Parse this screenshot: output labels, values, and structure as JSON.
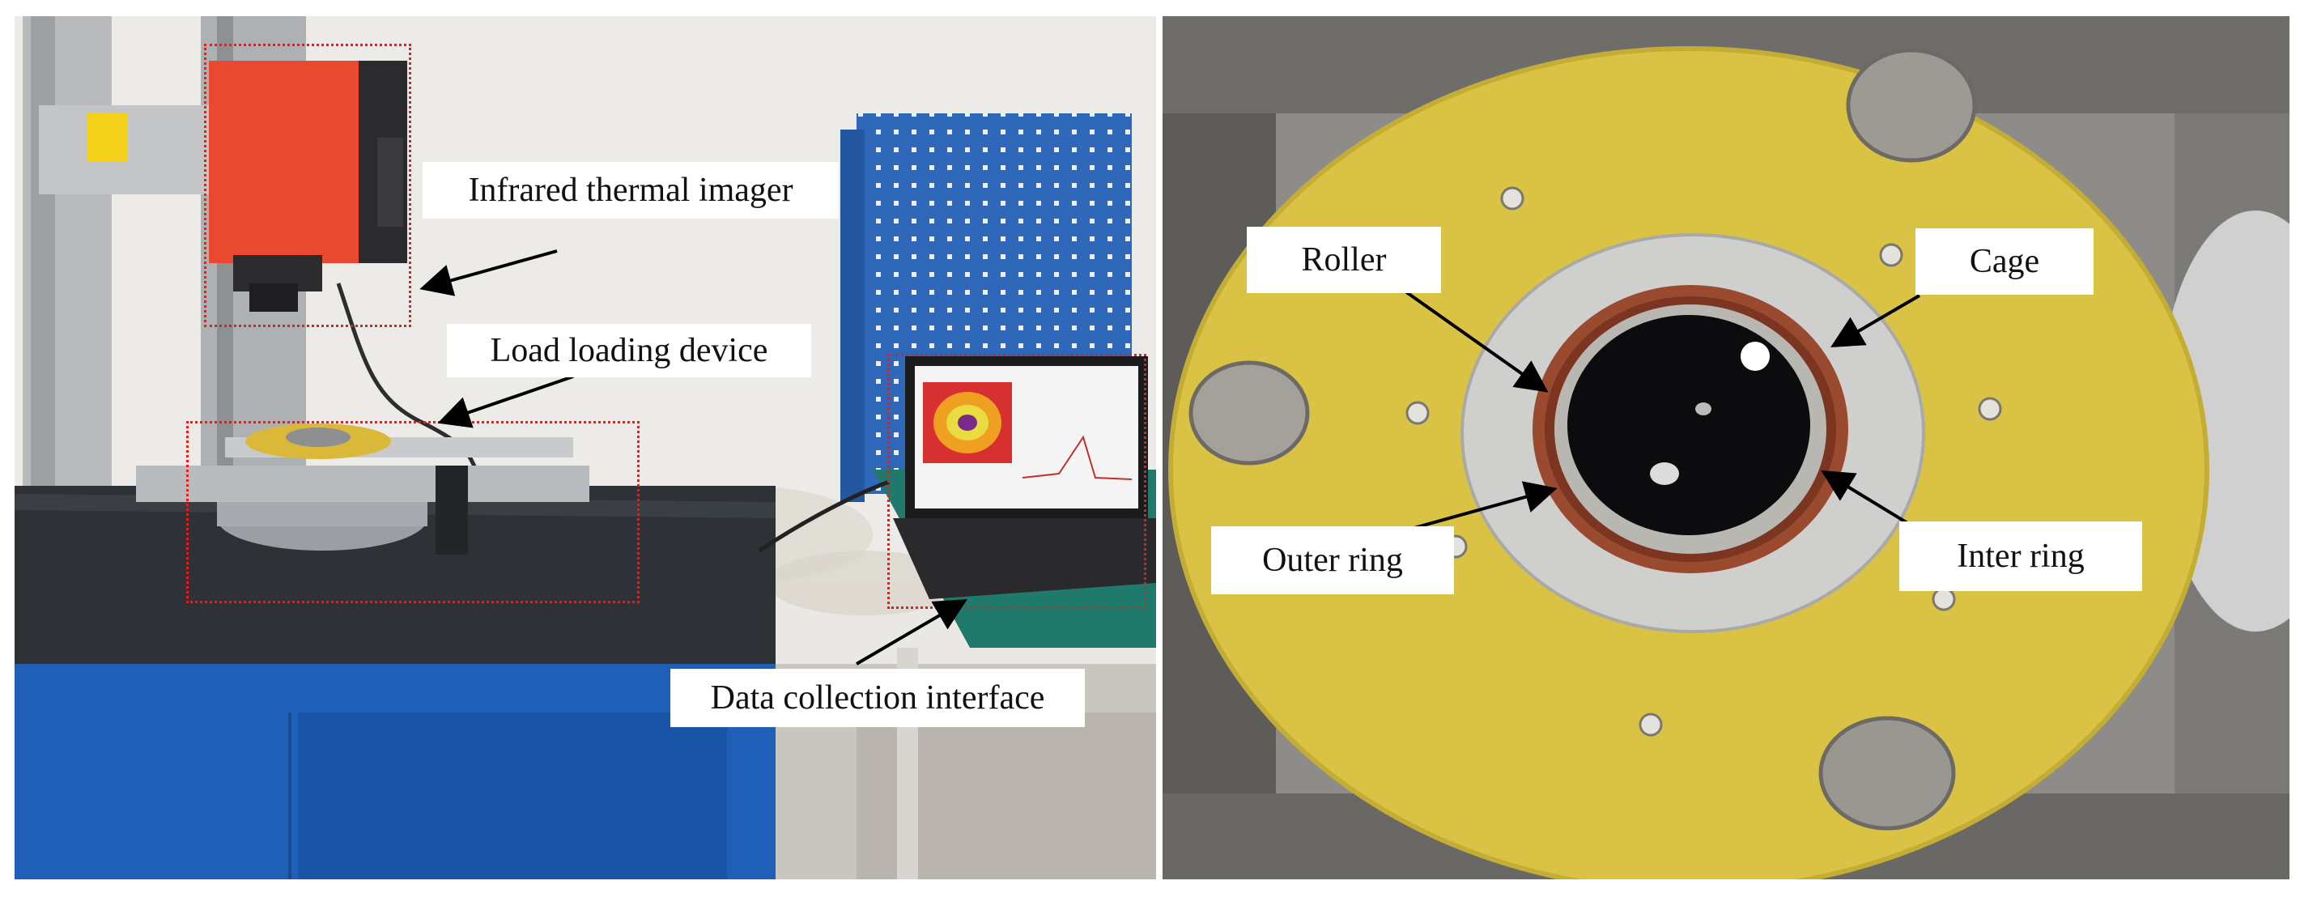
{
  "figure": {
    "left_panel": {
      "labels": {
        "thermal_imager": "Infrared thermal imager",
        "load_device": "Load loading device",
        "data_interface": "Data collection interface"
      }
    },
    "right_panel": {
      "labels": {
        "roller": "Roller",
        "cage": "Cage",
        "outer_ring": "Outer ring",
        "inner_ring": "Inter ring"
      }
    },
    "colors": {
      "annotation_box": "#e02020",
      "arrow": "#000000",
      "bench_blue": "#1f5fb8",
      "imager_red": "#e8492f",
      "disc_yellow": "#d9c244"
    }
  }
}
